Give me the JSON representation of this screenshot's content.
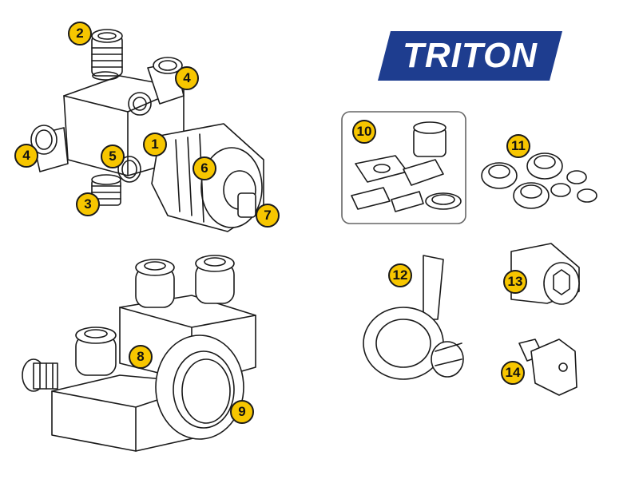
{
  "brand": {
    "name": "TRITON",
    "color": "#1e3d8f"
  },
  "badge_color": "#f7c600",
  "callouts": [
    {
      "id": "1",
      "label": "1"
    },
    {
      "id": "2",
      "label": "2"
    },
    {
      "id": "3",
      "label": "3"
    },
    {
      "id": "4a",
      "label": "4"
    },
    {
      "id": "4b",
      "label": "4"
    },
    {
      "id": "5",
      "label": "5"
    },
    {
      "id": "6",
      "label": "6"
    },
    {
      "id": "7",
      "label": "7"
    },
    {
      "id": "8",
      "label": "8"
    },
    {
      "id": "9",
      "label": "9"
    },
    {
      "id": "10",
      "label": "10"
    },
    {
      "id": "11",
      "label": "11"
    },
    {
      "id": "12",
      "label": "12"
    },
    {
      "id": "13",
      "label": "13"
    },
    {
      "id": "14",
      "label": "14"
    }
  ]
}
